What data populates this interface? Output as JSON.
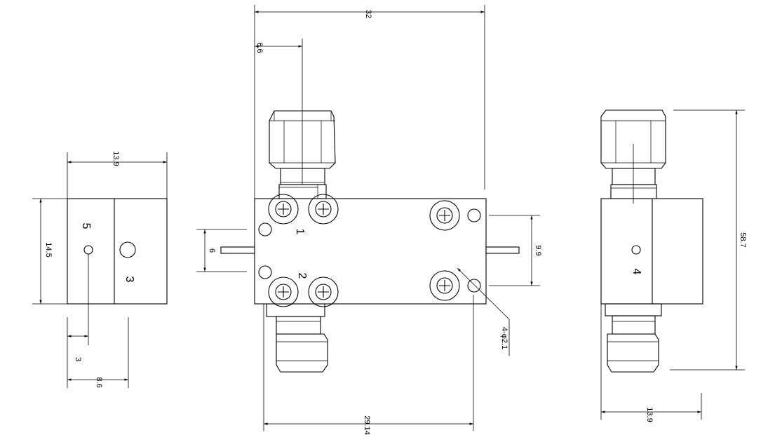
{
  "drawing": {
    "dimensions": {
      "top_width": "32",
      "connector_offset": "6.6",
      "left_width": "13.9",
      "left_height": "14.5",
      "center_pin": "6",
      "right_pin_spacing": "9.9",
      "right_height": "58.7",
      "hole_spec": "4-φ2.1",
      "left_hole_offset": "3",
      "left_divider_offset": "8.6",
      "bottom_width": "29.14",
      "right_width": "13.9"
    },
    "ports": {
      "p1": "1",
      "p2": "2",
      "p3": "3",
      "p4": "4",
      "p5": "5"
    }
  }
}
